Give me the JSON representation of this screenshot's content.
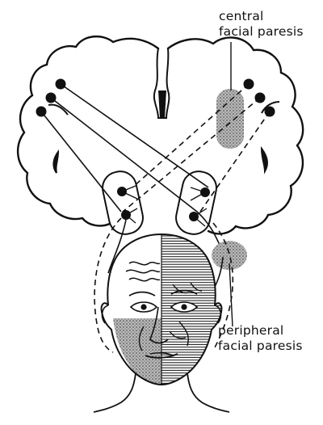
{
  "labels": {
    "central": [
      "central",
      "facial paresis"
    ],
    "peripheral": [
      "peripheral",
      "facial paresis"
    ]
  },
  "colors": {
    "ink": "#111111",
    "paper": "#ffffff",
    "stipple": "#8a8a8a"
  }
}
